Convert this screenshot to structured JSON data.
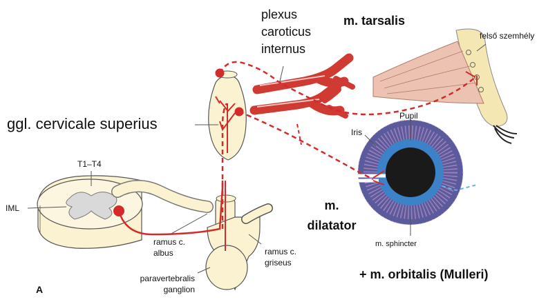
{
  "labels": {
    "plexus": [
      "plexus",
      "caroticus",
      "internus"
    ],
    "tarsalis": "m. tarsalis",
    "eyelid": "felső szemhély",
    "ggl": "ggl. cervicale superius",
    "pupil": "Pupil",
    "iris": "Iris",
    "spinal_level": "T1–T4",
    "iml": "IML",
    "dilatator": [
      "m.",
      "dilatator"
    ],
    "sphincter": "m. sphincter",
    "ramus_albus": [
      "ramus c.",
      "albus"
    ],
    "ramus_griseus": [
      "ramus c.",
      "griseus"
    ],
    "paravertebral": [
      "paravertebralis",
      "ganglion"
    ],
    "orbitalis": "+ m. orbitalis (Mulleri)",
    "panel": "A"
  },
  "colors": {
    "nerve": "#d42a2a",
    "vessel": "#cf3a33",
    "ganglion": "#fbf2d2",
    "outline": "#555555",
    "iris": "#5b5a9c",
    "pupil_ring": "#3b82c8",
    "pupil": "#1a1a1a"
  }
}
